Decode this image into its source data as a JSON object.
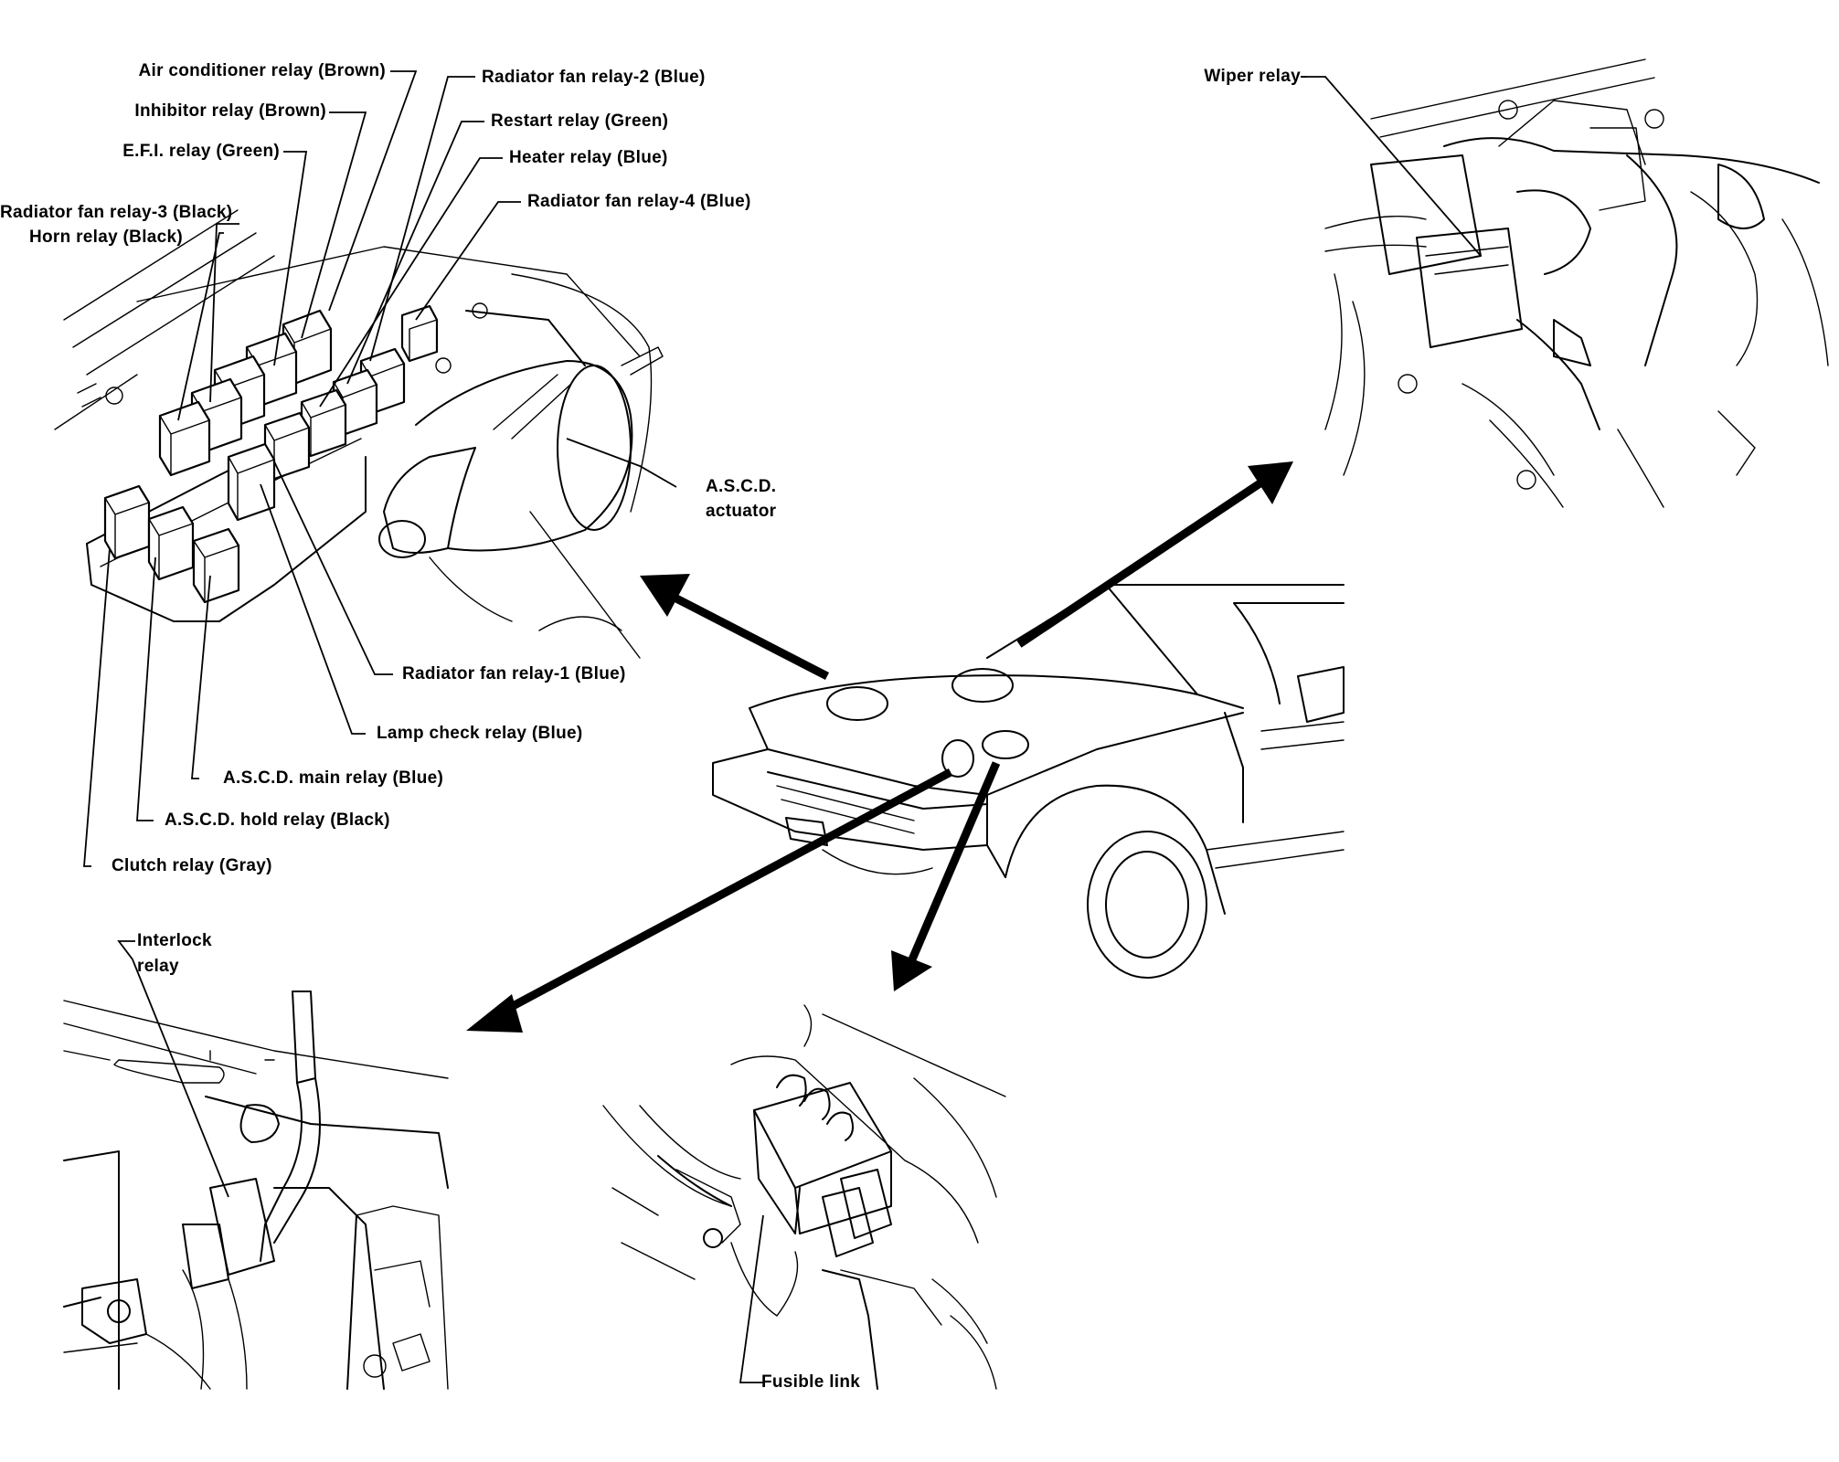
{
  "labels": {
    "air_conditioner_relay": "Air conditioner relay (Brown)",
    "inhibitor_relay": "Inhibitor relay (Brown)",
    "efi_relay": "E.F.I. relay (Green)",
    "radiator_fan_relay_3": "Radiator fan relay-3 (Black)",
    "horn_relay": "Horn relay (Black)",
    "radiator_fan_relay_2": "Radiator fan relay-2 (Blue)",
    "restart_relay": "Restart relay (Green)",
    "heater_relay": "Heater relay (Blue)",
    "radiator_fan_relay_4": "Radiator fan relay-4 (Blue)",
    "ascd_actuator_line1": "A.S.C.D.",
    "ascd_actuator_line2": "actuator",
    "radiator_fan_relay_1": "Radiator fan relay-1 (Blue)",
    "lamp_check_relay": "Lamp check relay (Blue)",
    "ascd_main_relay": "A.S.C.D. main relay (Blue)",
    "ascd_hold_relay": "A.S.C.D. hold relay (Black)",
    "clutch_relay": "Clutch relay (Gray)",
    "wiper_relay": "Wiper relay",
    "interlock_relay_line1": "Interlock",
    "interlock_relay_line2": "relay",
    "fusible_link": "Fusible link"
  },
  "colors": {
    "ink": "#000000",
    "paper": "#ffffff"
  }
}
